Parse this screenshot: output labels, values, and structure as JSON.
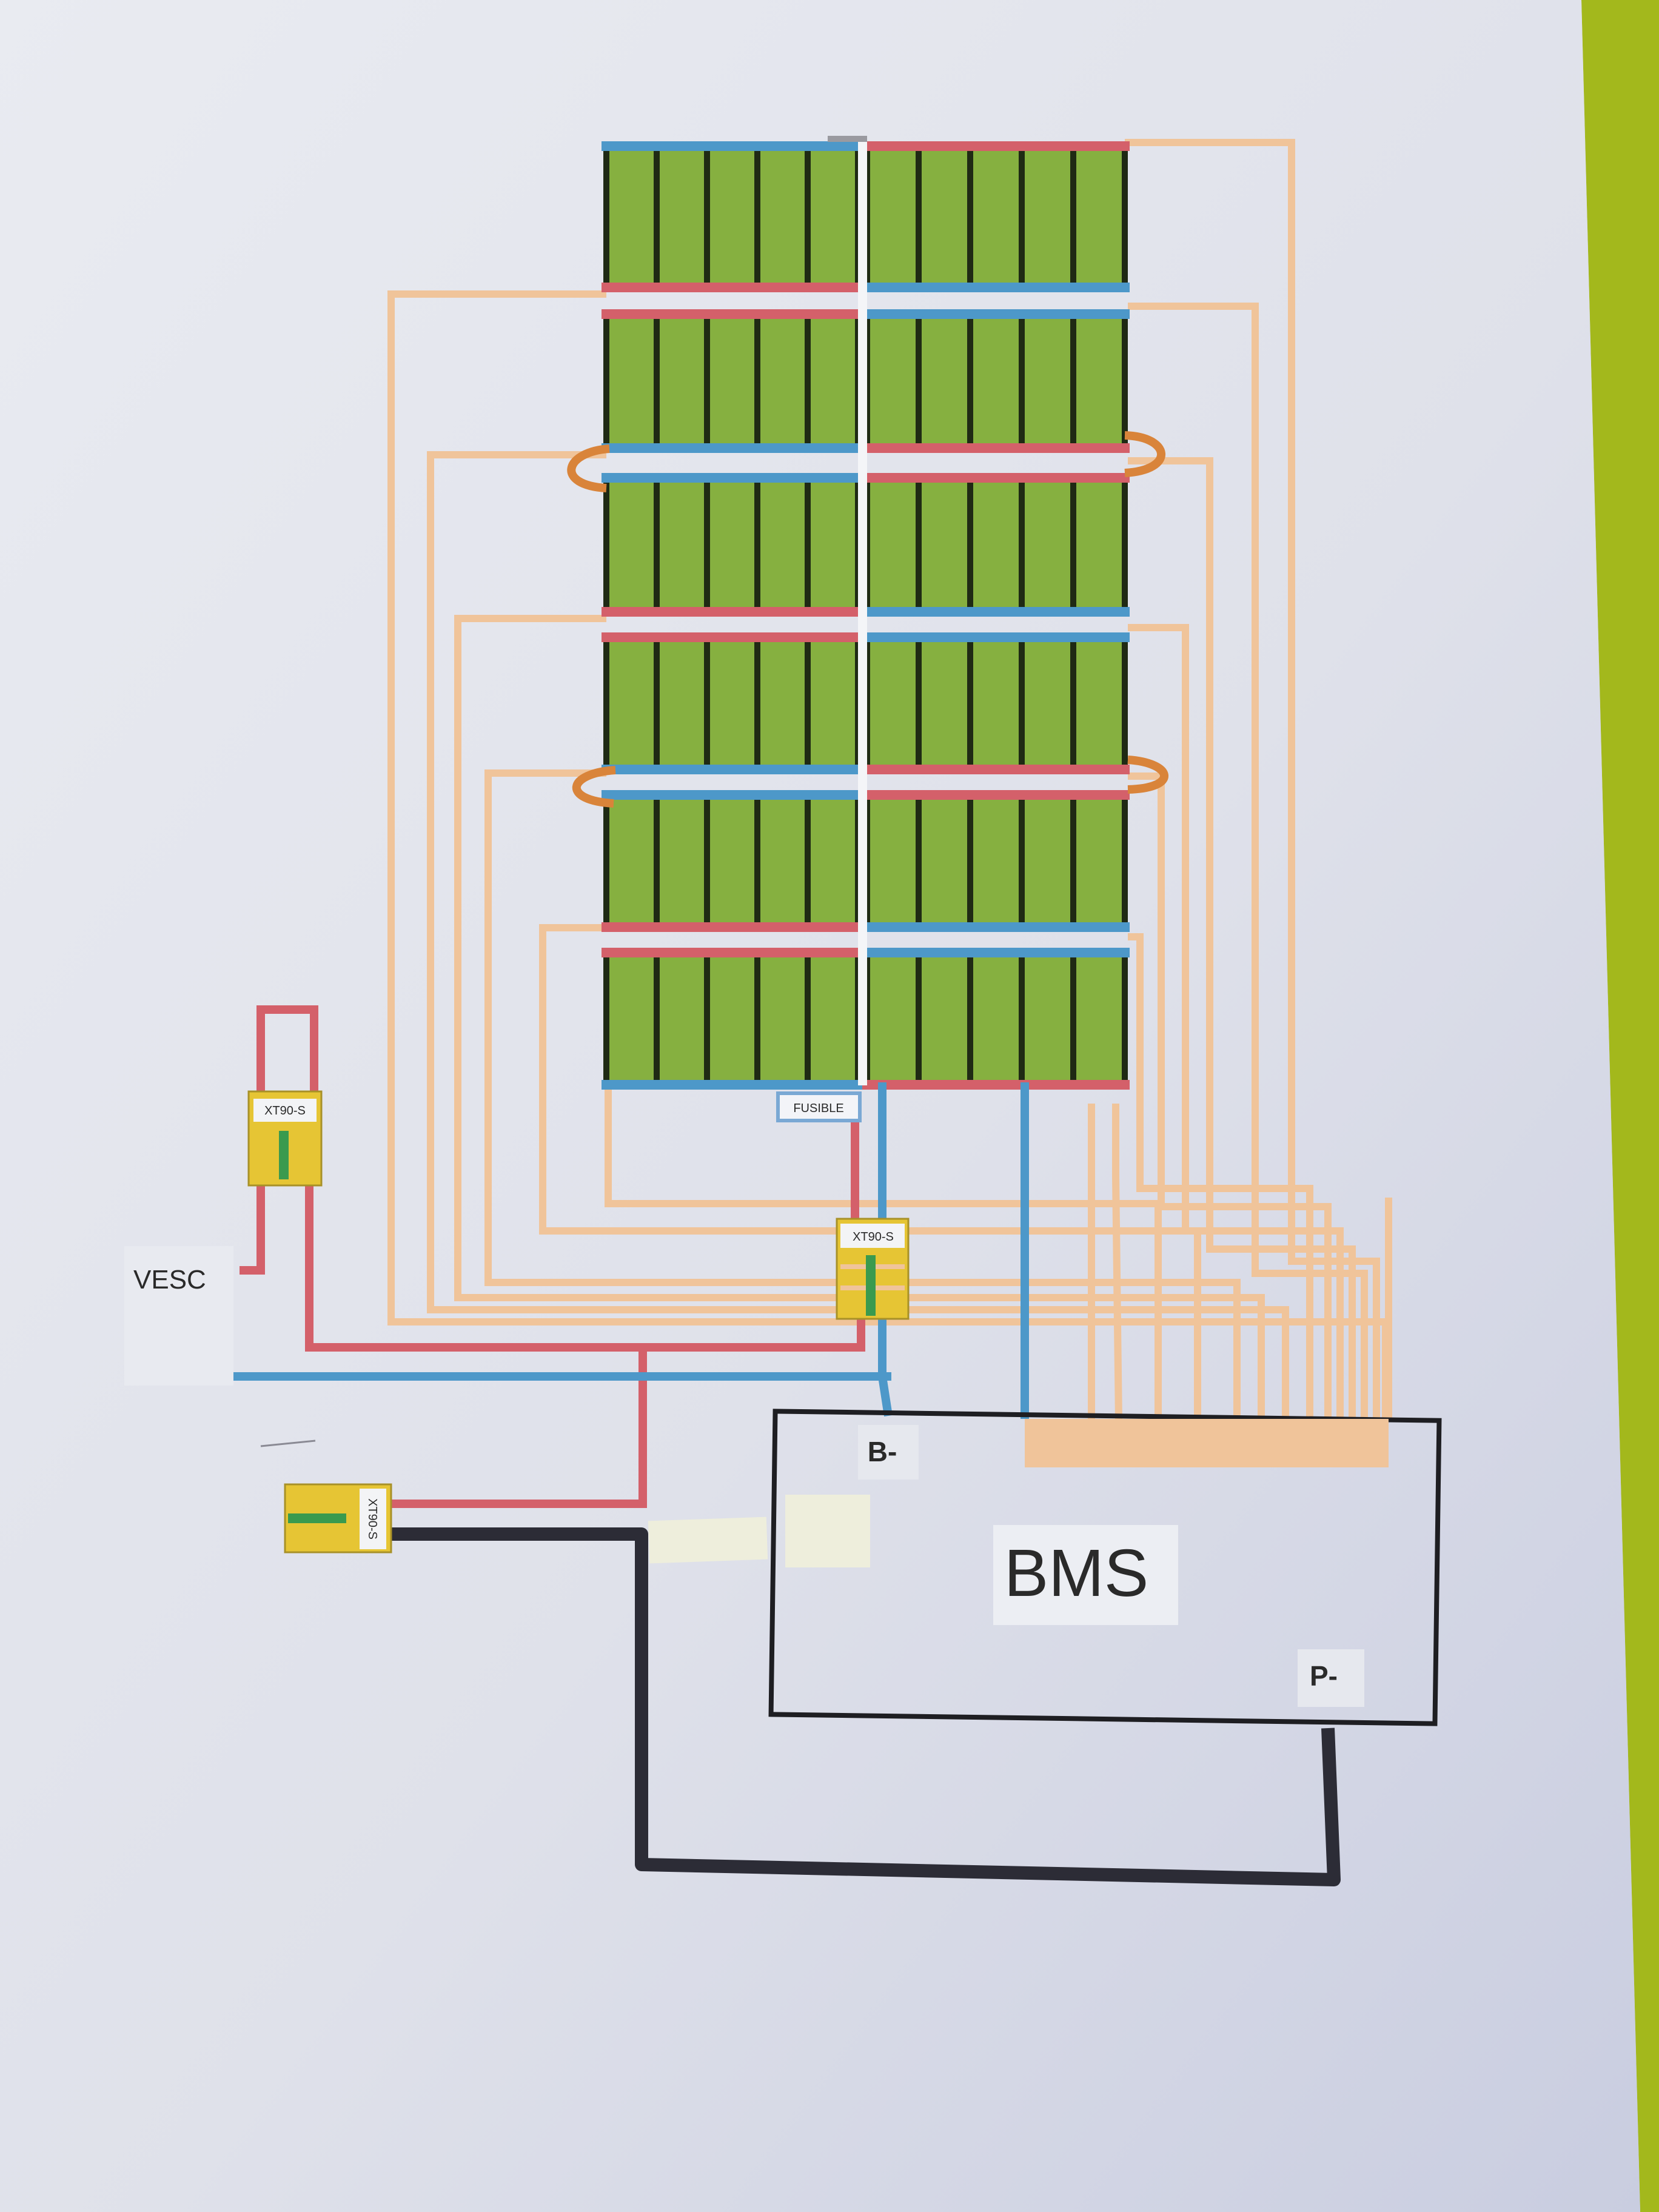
{
  "labels": {
    "bms": "BMS",
    "b_minus": "B-",
    "p_minus": "P-",
    "vesc": "VESC",
    "fuse": "FUSIBLE",
    "connector_top": "XT90-S",
    "connector_mid": "XT90-S",
    "connector_bottom": "XT90-S"
  },
  "colors": {
    "cell_green": "#86b040",
    "cell_divider": "#1f2a14",
    "positive_red": "#d4606a",
    "negative_blue": "#4d98c9",
    "balance_lead": "#f0c49a",
    "ground_black": "#2c2c36",
    "connector_yellow": "#e6c534",
    "background_green": "#a3b81c"
  },
  "battery": {
    "columns": 2,
    "groups": 6,
    "cells_per_group_per_column": 5
  }
}
